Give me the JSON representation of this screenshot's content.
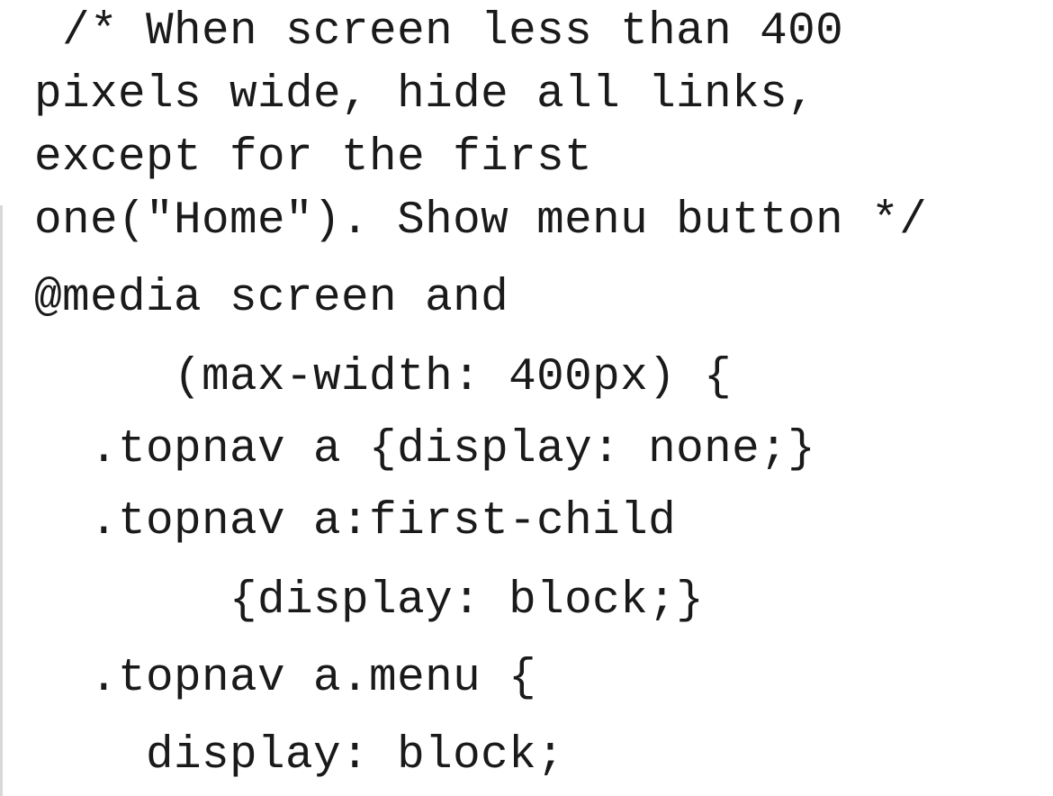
{
  "code": {
    "lines": [
      " /* When screen less than 400",
      "pixels wide, hide all links,",
      "except for the first",
      "one(\"Home\"). Show menu button */",
      "@media screen and",
      "     (max-width: 400px) {",
      "  .topnav a {display: none;}",
      "  .topnav a:first-child",
      "       {display: block;}",
      "  .topnav a.menu {",
      "    display: block;"
    ]
  }
}
